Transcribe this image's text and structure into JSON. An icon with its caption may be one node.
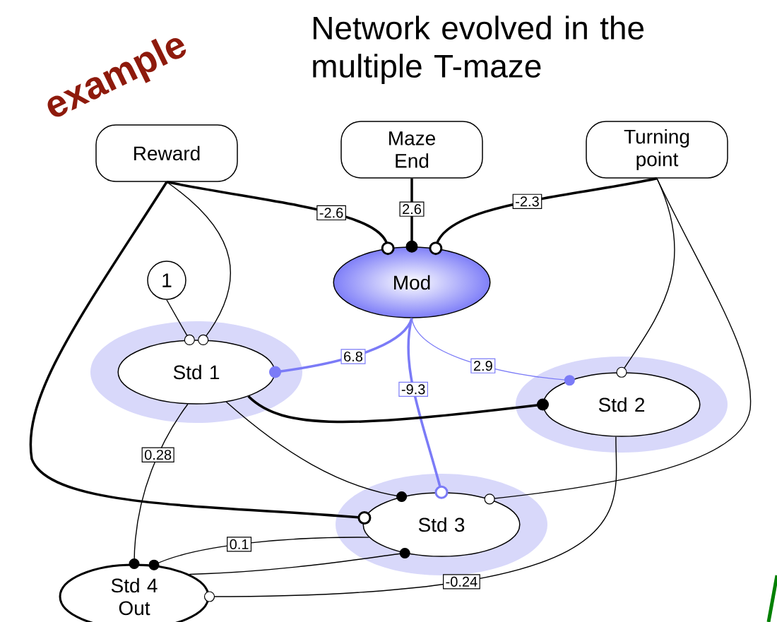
{
  "diagram": {
    "title": "Network evolved in the multiple T-maze",
    "nodes": [
      {
        "text": [
          "Reward"
        ]
      },
      {
        "text": [
          "Maze End"
        ]
      },
      {
        "text": [
          "Turning point"
        ]
      },
      {
        "text": [
          "Mod"
        ]
      },
      {
        "text": [
          "1"
        ]
      },
      {
        "text": [
          "Std 1"
        ]
      },
      {
        "text": [
          "Std 2"
        ]
      },
      {
        "text": [
          "Std 3"
        ]
      },
      {
        "text": [
          "Std 4 Out"
        ]
      }
    ],
    "edges": [
      {
        "from": 0,
        "to": 3,
        "arrow": "other",
        "label": "-2.6",
        "style": "thick"
      },
      {
        "from": 1,
        "to": 3,
        "arrow": "other",
        "label": "2.6",
        "style": "thick"
      },
      {
        "from": 2,
        "to": 3,
        "arrow": "other",
        "label": "-2.3",
        "style": "thick"
      },
      {
        "from": 4,
        "to": 5,
        "arrow": "other"
      },
      {
        "from": 0,
        "to": 5,
        "arrow": "other"
      },
      {
        "from": 0,
        "to": 7,
        "arrow": "other",
        "style": "thick"
      },
      {
        "from": 3,
        "to": 5,
        "arrow": "other",
        "label": "6.8",
        "style": "thick",
        "color": "#7b7bf7"
      },
      {
        "from": 3,
        "to": 6,
        "arrow": "other",
        "label": "2.9",
        "color": "#7b7bf7"
      },
      {
        "from": 3,
        "to": 7,
        "arrow": "other",
        "label": "-9.3",
        "style": "thick",
        "color": "#7b7bf7"
      },
      {
        "from": 2,
        "to": 6,
        "arrow": "other"
      },
      {
        "from": 2,
        "to": 7,
        "arrow": "other"
      },
      {
        "from": 5,
        "to": 6,
        "arrow": "other",
        "style": "thick"
      },
      {
        "from": 5,
        "to": 7,
        "arrow": "other"
      },
      {
        "from": 5,
        "to": 8,
        "arrow": "other",
        "label": "0.28"
      },
      {
        "from": 7,
        "to": 8,
        "arrow": "other",
        "label": "0.1"
      },
      {
        "from": 8,
        "to": 7,
        "arrow": "other"
      },
      {
        "from": 6,
        "to": 8,
        "arrow": "other",
        "label": "-0.24"
      }
    ],
    "labels": [
      "example"
    ]
  }
}
